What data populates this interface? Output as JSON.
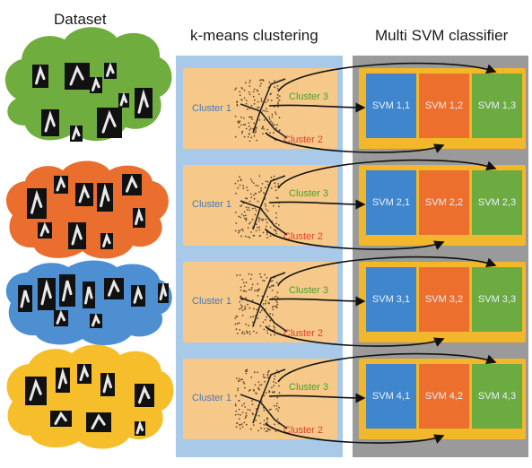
{
  "headings": {
    "dataset": "Dataset",
    "kmeans": "k-means clustering",
    "svm": "Multi SVM classifier"
  },
  "clusters": {
    "cluster1": "Cluster 1",
    "cluster2": "Cluster 2",
    "cluster3": "Cluster 3"
  },
  "rows": [
    {
      "svm": [
        "SVM 1,1",
        "SVM 1,2",
        "SVM 1,3"
      ]
    },
    {
      "svm": [
        "SVM 2,1",
        "SVM 2,2",
        "SVM 2,3"
      ]
    },
    {
      "svm": [
        "SVM 3,1",
        "SVM 3,2",
        "SVM 3,3"
      ]
    },
    {
      "svm": [
        "SVM 4,1",
        "SVM 4,2",
        "SVM 4,3"
      ]
    }
  ],
  "colors": {
    "cloud_green": "#6fae3e",
    "cloud_orange": "#ea6f2f",
    "cloud_blue": "#4d8fd1",
    "cloud_yellow": "#f6be2a",
    "kmeans_bg": "#a8c9e8",
    "svm_bg": "#9a9a9a",
    "cluster_row": "#f6c98a",
    "svm_row": "#f2b72a"
  },
  "icons": [
    "hand-sign-image",
    "arrow-icon"
  ]
}
